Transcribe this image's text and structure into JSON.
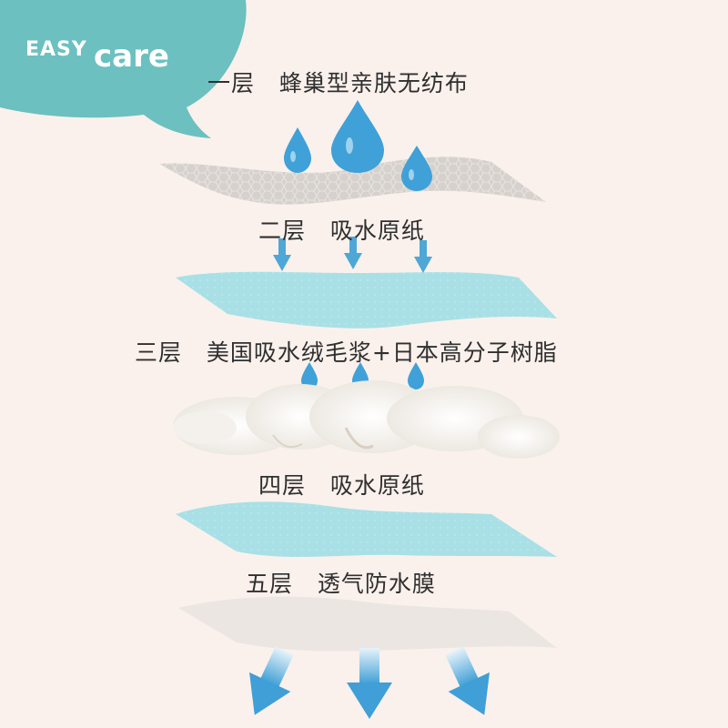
{
  "brand": {
    "logo_easy": "EASY",
    "logo_care": "care",
    "bubble_color": "#6cc0c0"
  },
  "layers": [
    {
      "label": "一层   蜂巢型亲肤无纺布",
      "material": "honeycomb nonwoven"
    },
    {
      "label": "二层   吸水原纸",
      "material": "absorbent paper"
    },
    {
      "label": "三层   美国吸水绒毛浆+日本高分子树脂",
      "material": "fluff pulp + SAP"
    },
    {
      "label": "四层   吸水原纸",
      "material": "absorbent paper"
    },
    {
      "label": "五层   透气防水膜",
      "material": "breathable film"
    }
  ],
  "colors": {
    "background": "#faf1ec",
    "drop": "#3fa1d8",
    "arrow": "#4ea7d6",
    "paper": "#a8e0e6",
    "nonwoven": "#d6d1cd",
    "film": "#ebe6e2"
  },
  "icons": [
    "water-drop-icon",
    "arrow-down-icon",
    "arrow-down-large-icon"
  ]
}
